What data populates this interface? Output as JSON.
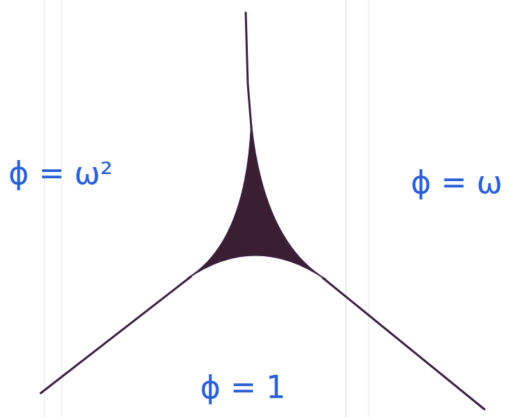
{
  "diagram": {
    "labels": [
      "ϕ = ω²",
      "ϕ = ω",
      "ϕ = 1"
    ]
  }
}
